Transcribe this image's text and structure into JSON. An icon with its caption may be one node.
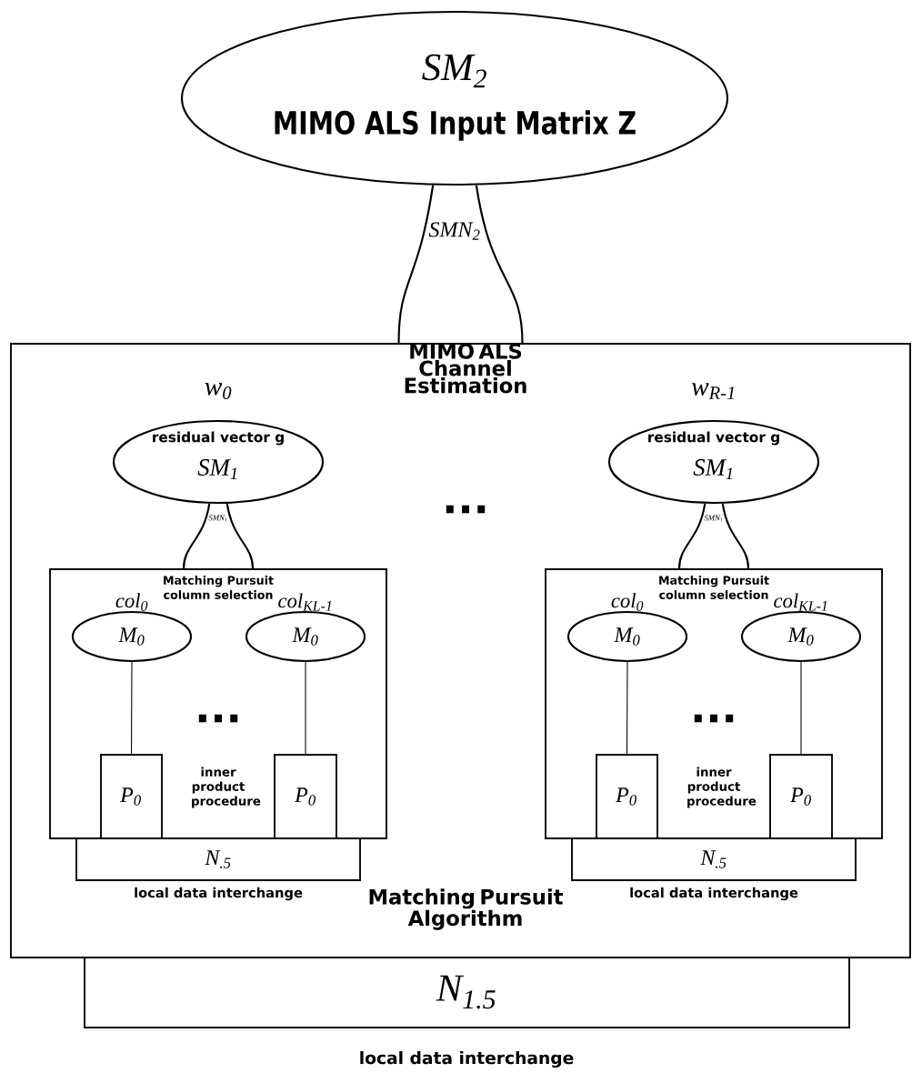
{
  "diagram": {
    "nodes": [
      {
        "text": [
          "SM$_{2}$",
          "MIMO ALS Input Matrix Z"
        ]
      },
      {
        "text": [
          "MIMO ALS Channel Estimation",
          "Matching Pursuit Algorithm"
        ]
      },
      {
        "text": [
          "residual vector g",
          "SM$_{1}$"
        ],
        "beside": [
          "w$_{0}$"
        ],
        "in": 1
      },
      {
        "text": [
          "Matching Pursuit column selection",
          "inner product procedure"
        ],
        "in": 1
      },
      {
        "text": [
          "M$_{0}$"
        ],
        "beside": [
          "col$_{0}$"
        ],
        "in": 3
      },
      {
        "text": [
          "M$_{0}$"
        ],
        "beside": [
          "col$_{KL-1}$"
        ],
        "in": 3
      },
      {
        "text": [
          "P$_{0}$"
        ],
        "in": 3
      },
      {
        "text": [
          "P$_{0}$"
        ],
        "in": 3
      },
      {
        "text": [
          "N$_{.5}$"
        ],
        "beside": [
          "local data interchange"
        ],
        "in": 1
      },
      {
        "text": [
          "residual vector g",
          "SM$_{1}$"
        ],
        "beside": [
          "w$_{R-1}$"
        ],
        "in": 1
      },
      {
        "text": [
          "Matching Pursuit column selection",
          "inner product procedure"
        ],
        "in": 1
      },
      {
        "text": [
          "M$_{0}$"
        ],
        "beside": [
          "col$_{0}$"
        ],
        "in": 10
      },
      {
        "text": [
          "M$_{0}$"
        ],
        "beside": [
          "col$_{KL-1}$"
        ],
        "in": 10
      },
      {
        "text": [
          "P$_{0}$"
        ],
        "in": 10
      },
      {
        "text": [
          "P$_{0}$"
        ],
        "in": 10
      },
      {
        "text": [
          "N$_{.5}$"
        ],
        "beside": [
          "local data interchange"
        ],
        "in": 1
      },
      {
        "text": [
          "N$_{1.5}$"
        ],
        "beside": [
          "local data interchange"
        ]
      }
    ],
    "edges": [
      {
        "from": 0,
        "to": 1,
        "arrow": "none",
        "label": "SMN$_{2}$"
      },
      {
        "from": 2,
        "to": 3,
        "arrow": "none",
        "label": "SMN$_{1}$"
      },
      {
        "from": 4,
        "to": 6,
        "arrow": "none"
      },
      {
        "from": 5,
        "to": 7,
        "arrow": "none"
      },
      {
        "from": 9,
        "to": 10,
        "arrow": "none",
        "label": "SMN$_{1}$"
      },
      {
        "from": 11,
        "to": 13,
        "arrow": "none"
      },
      {
        "from": 12,
        "to": 14,
        "arrow": "none"
      }
    ],
    "labels": [
      "...",
      "...",
      "..."
    ]
  }
}
